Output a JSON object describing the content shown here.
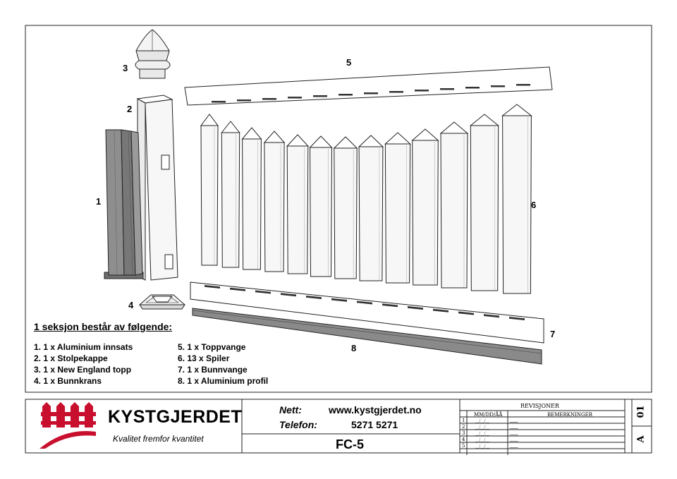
{
  "callouts": {
    "c1": "1",
    "c2": "2",
    "c3": "3",
    "c4": "4",
    "c5": "5",
    "c6": "6",
    "c7": "7",
    "c8": "8"
  },
  "parts_title": "1 seksjon består av følgende:",
  "parts": [
    "1. 1 x Aluminium innsats",
    "2. 1 x Stolpekappe",
    "3. 1 x New England topp",
    "4. 1 x Bunnkrans",
    "5. 1 x Toppvange",
    "6. 13 x Spiler",
    "7. 1 x Bunnvange",
    "8. 1 x Aluminium profil"
  ],
  "title_block": {
    "brand": "KYSTGJERDET",
    "tagline": "Kvalitet fremfor kvantitet",
    "net_label": "Nett:",
    "net_value": "www.kystgjerdet.no",
    "phone_label": "Telefon:",
    "phone_value": "5271 5271",
    "drawing_number": "FC-5",
    "revisions": {
      "title": "REVISJONER",
      "col_date": "MM/DD/ÅÅ",
      "col_notes": "BEMERKNINGER",
      "rows": [
        {
          "num": "1",
          "date": "__/__/__",
          "note": "___"
        },
        {
          "num": "2",
          "date": "__/__/__",
          "note": "___"
        },
        {
          "num": "3",
          "date": "__/__/__",
          "note": "___"
        },
        {
          "num": "4",
          "date": "__/__/__",
          "note": "___"
        },
        {
          "num": "5",
          "date": "__/__/__",
          "note": "___"
        }
      ]
    },
    "sheet_number": "01",
    "sheet_size": "A"
  },
  "colors": {
    "brand_red": "#c8102e",
    "aluminium": "#8c8c8c",
    "aluminium_dark": "#5e5e5e",
    "vinyl": "#f7f7f7",
    "line": "#222222"
  }
}
